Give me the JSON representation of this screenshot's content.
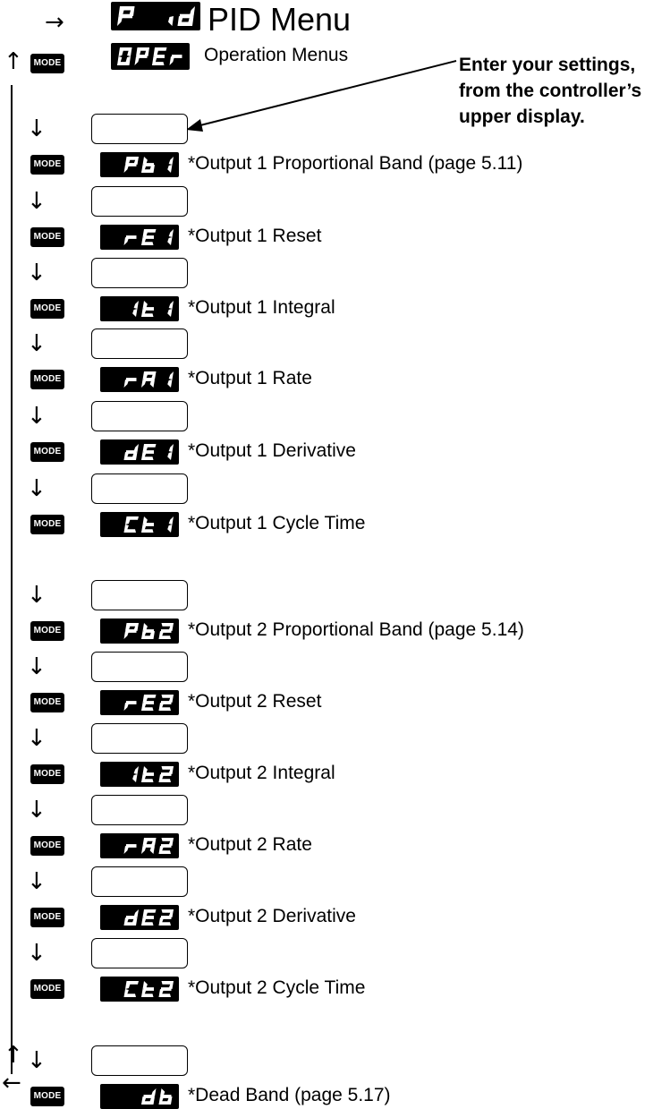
{
  "menu": {
    "title": "PID Menu",
    "title_display": "P id",
    "operation_display": "OPEr",
    "operation_label": "Operation Menus",
    "mode_label": "MODE",
    "arrows": {
      "right": "→",
      "up": "↑",
      "down": "↓",
      "left": "←"
    },
    "callout": {
      "lines": [
        "Enter your settings,",
        "from the controller’s",
        "upper display."
      ]
    }
  },
  "parameters": [
    {
      "display": "Pb1",
      "label": "*Output 1 Proportional Band (page 5.11)"
    },
    {
      "display": "rE1",
      "label": "*Output 1 Reset"
    },
    {
      "display": "It1",
      "label": "*Output 1 Integral"
    },
    {
      "display": "rA1",
      "label": "*Output 1 Rate"
    },
    {
      "display": "dE1",
      "label": "*Output 1 Derivative"
    },
    {
      "display": "Ct1",
      "label": "*Output 1 Cycle Time"
    },
    {
      "display": "Pb2",
      "label": "*Output 2 Proportional Band (page 5.14)"
    },
    {
      "display": "rE2",
      "label": "*Output 2 Reset"
    },
    {
      "display": "It2",
      "label": "*Output 2 Integral"
    },
    {
      "display": "rA2",
      "label": "*Output 2 Rate"
    },
    {
      "display": "dE2",
      "label": "*Output 2 Derivative"
    },
    {
      "display": "Ct2",
      "label": "*Output 2 Cycle Time"
    },
    {
      "display": "db",
      "label": "*Dead Band (page 5.17)"
    }
  ],
  "colors": {
    "background": "#ffffff",
    "ink": "#000000",
    "display_bg": "#000000",
    "segment": "#ffffff"
  }
}
